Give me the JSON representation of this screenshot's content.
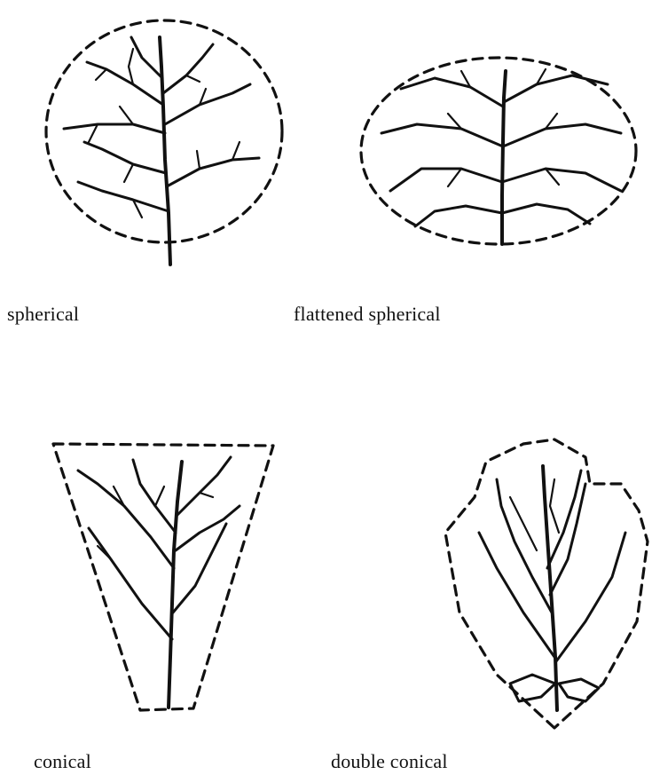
{
  "labels": {
    "spherical": "spherical",
    "flattened_spherical": "flattened spherical",
    "conical": "conical",
    "double_conical": "double conical"
  },
  "colors": {
    "line": "#111111",
    "background": "#ffffff"
  }
}
